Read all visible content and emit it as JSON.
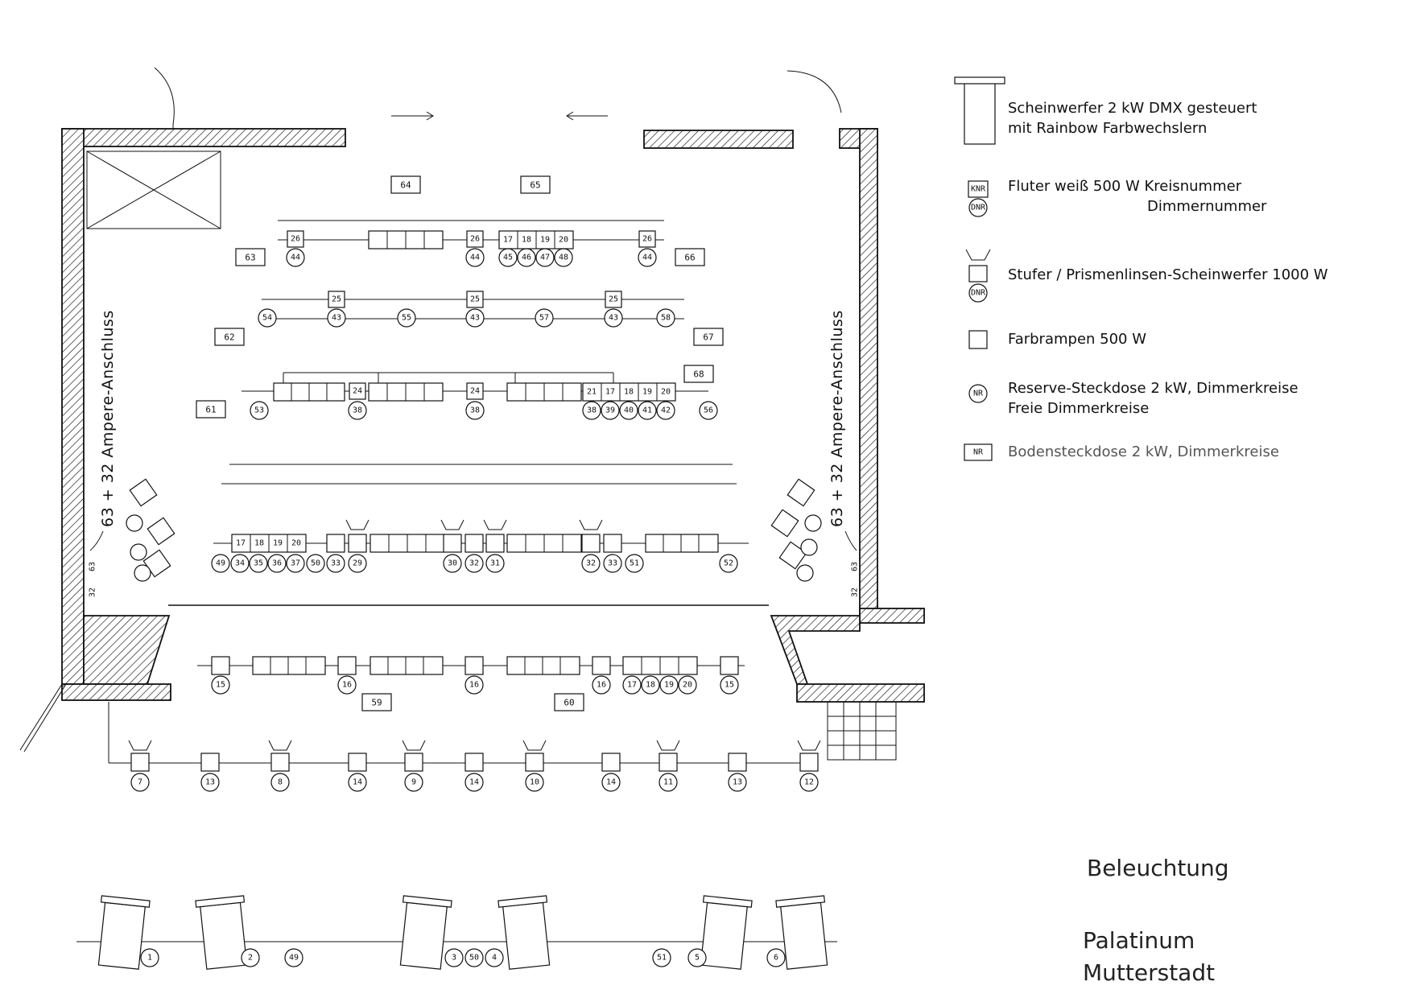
{
  "legend": {
    "scheinwerfer_l1": "Scheinwerfer  2 kW DMX gesteuert",
    "scheinwerfer_l2": "mit Rainbow Farbwechslern",
    "fluter_l1": "Fluter weiß 500 W  Kreisnummer",
    "fluter_l2": "Dimmernummer",
    "fluter_tag_top": "KNR",
    "fluter_tag_bottom": "DNR",
    "stufer": "Stufer / Prismenlinsen-Scheinwerfer 1000 W",
    "stufer_tag": "DNR",
    "farbrampen": "Farbrampen 500 W",
    "reserve_l1": "Reserve-Steckdose 2 kW, Dimmerkreise",
    "reserve_l2": "Freie Dimmerkreise",
    "reserve_tag": "NR",
    "boden": "Bodensteckdose 2 kW, Dimmerkreise",
    "boden_tag": "NR"
  },
  "title": {
    "line1": "Beleuchtung",
    "line2": "Palatinum",
    "line3": "Mutterstadt"
  },
  "plan": {
    "left_connection": "63 + 32 Ampere-Anschluss",
    "right_connection": "63 + 32 Ampere-Anschluss",
    "socket_63": "63",
    "socket_32": "32",
    "floor_sockets": [
      "64",
      "65",
      "63",
      "66",
      "62",
      "67",
      "61",
      "68",
      "59",
      "60"
    ],
    "row1_flood": [
      {
        "k": "26",
        "d": "44"
      },
      {
        "k": "26",
        "d": "44"
      },
      {
        "k": "26",
        "d": "44"
      }
    ],
    "row1_group_tops": [
      "17",
      "18",
      "19",
      "20"
    ],
    "row1_group_bottoms": [
      "45",
      "46",
      "47",
      "48"
    ],
    "row2_flood": [
      {
        "k": "25",
        "d": "43"
      },
      {
        "k": "25",
        "d": "43"
      },
      {
        "k": "25",
        "d": "43"
      }
    ],
    "row2_reserve": [
      "54",
      "55",
      "57",
      "58"
    ],
    "row3_flood": [
      {
        "k": "24",
        "d": "38"
      },
      {
        "k": "24",
        "d": "38"
      }
    ],
    "row3_group_tops": [
      "21",
      "17",
      "18",
      "19",
      "20"
    ],
    "row3_group_bottoms": [
      "38",
      "39",
      "40",
      "41",
      "42"
    ],
    "row3_reserve": [
      "53",
      "56"
    ],
    "row4_group_tops": [
      "17",
      "18",
      "19",
      "20"
    ],
    "row4_bottoms": [
      "49",
      "34",
      "35",
      "36",
      "37",
      "50",
      "33",
      "29",
      "30",
      "32",
      "31",
      "32",
      "33",
      "51",
      "52"
    ],
    "front_bottoms": [
      "15",
      "16",
      "16",
      "16",
      "17",
      "18",
      "19",
      "20",
      "15"
    ],
    "front_bottom_row": [
      "7",
      "13",
      "8",
      "14",
      "9",
      "14",
      "10",
      "14",
      "11",
      "13",
      "12"
    ],
    "elevation_nums": [
      "1",
      "2",
      "49",
      "3",
      "50",
      "4",
      "51",
      "5",
      "6"
    ]
  }
}
